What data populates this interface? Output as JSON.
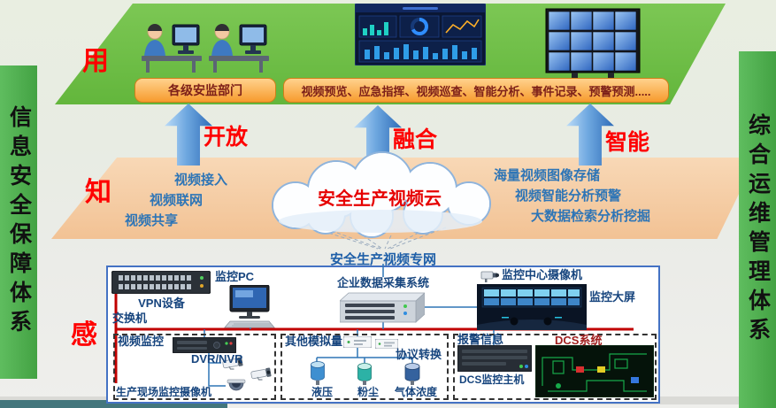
{
  "banners": {
    "left": "信息安全保障体系",
    "right": "综合运维管理体系"
  },
  "layer_tags": {
    "use": "用",
    "know": "知",
    "sense": "感"
  },
  "use_layer": {
    "dept_box": "各级安监部门",
    "functions_box": "视频预览、应急指挥、视频巡查、智能分析、事件记录、预警预测....."
  },
  "arrows": [
    "开放",
    "融合",
    "智能"
  ],
  "know_layer": {
    "cloud_title": "安全生产视频云",
    "left_items": [
      "视频接入",
      "视频联网",
      "视频共享"
    ],
    "right_items": [
      "海量视频图像存储",
      "视频智能分析预警",
      "大数据检索分析挖掘"
    ]
  },
  "network_label": "安全生产视频专网",
  "sense_layer": {
    "vpn_label": "VPN设备",
    "switch_label": "交换机",
    "pc_label": "监控PC",
    "collector_label": "企业数据采集系统",
    "center_camera_label": "监控中心摄像机",
    "big_screen_label": "监控大屏",
    "groups": {
      "video": {
        "title": "视频监控",
        "dvr_label": "DVR/NVR",
        "cameras_label": "生产现场监控摄像机"
      },
      "analog": {
        "title": "其他模拟量",
        "converter_label": "协议转换",
        "sensors": [
          "液压",
          "粉尘",
          "气体浓度"
        ]
      },
      "dcs": {
        "title": "报警信息",
        "system_label": "DCS系统",
        "host_label": "DCS监控主机"
      }
    }
  },
  "icons": {
    "workstation": "operator-workstation-icon",
    "dashboard": "analytics-dashboard-image",
    "video_wall": "video-wall-image",
    "cloud": "cloud-shape",
    "switch": "network-switch-image",
    "pc": "desktop-pc-image",
    "collector": "industrial-server-image",
    "camera": "cctv-camera-icon",
    "control_room": "control-room-image",
    "dvr": "dvr-device-image",
    "bullet_camera": "bullet-camera-icon",
    "dome_camera": "dome-camera-icon",
    "converter": "protocol-converter-icon",
    "sensor": "sensor-cylinder-icon",
    "dcs_host": "dcs-host-image",
    "dcs_screen": "dcs-hmi-screen-image"
  },
  "colors": {
    "banner_green": "#4fae4f",
    "layer_green": "#6cbf47",
    "layer_orange": "#f5cda8",
    "box_orange": "#f79b2e",
    "accent_red": "#ff0000",
    "blue_text": "#2e75b6",
    "dark_blue_text": "#17457e",
    "bus_red": "#c00000",
    "box_border_blue": "#4472c4"
  }
}
